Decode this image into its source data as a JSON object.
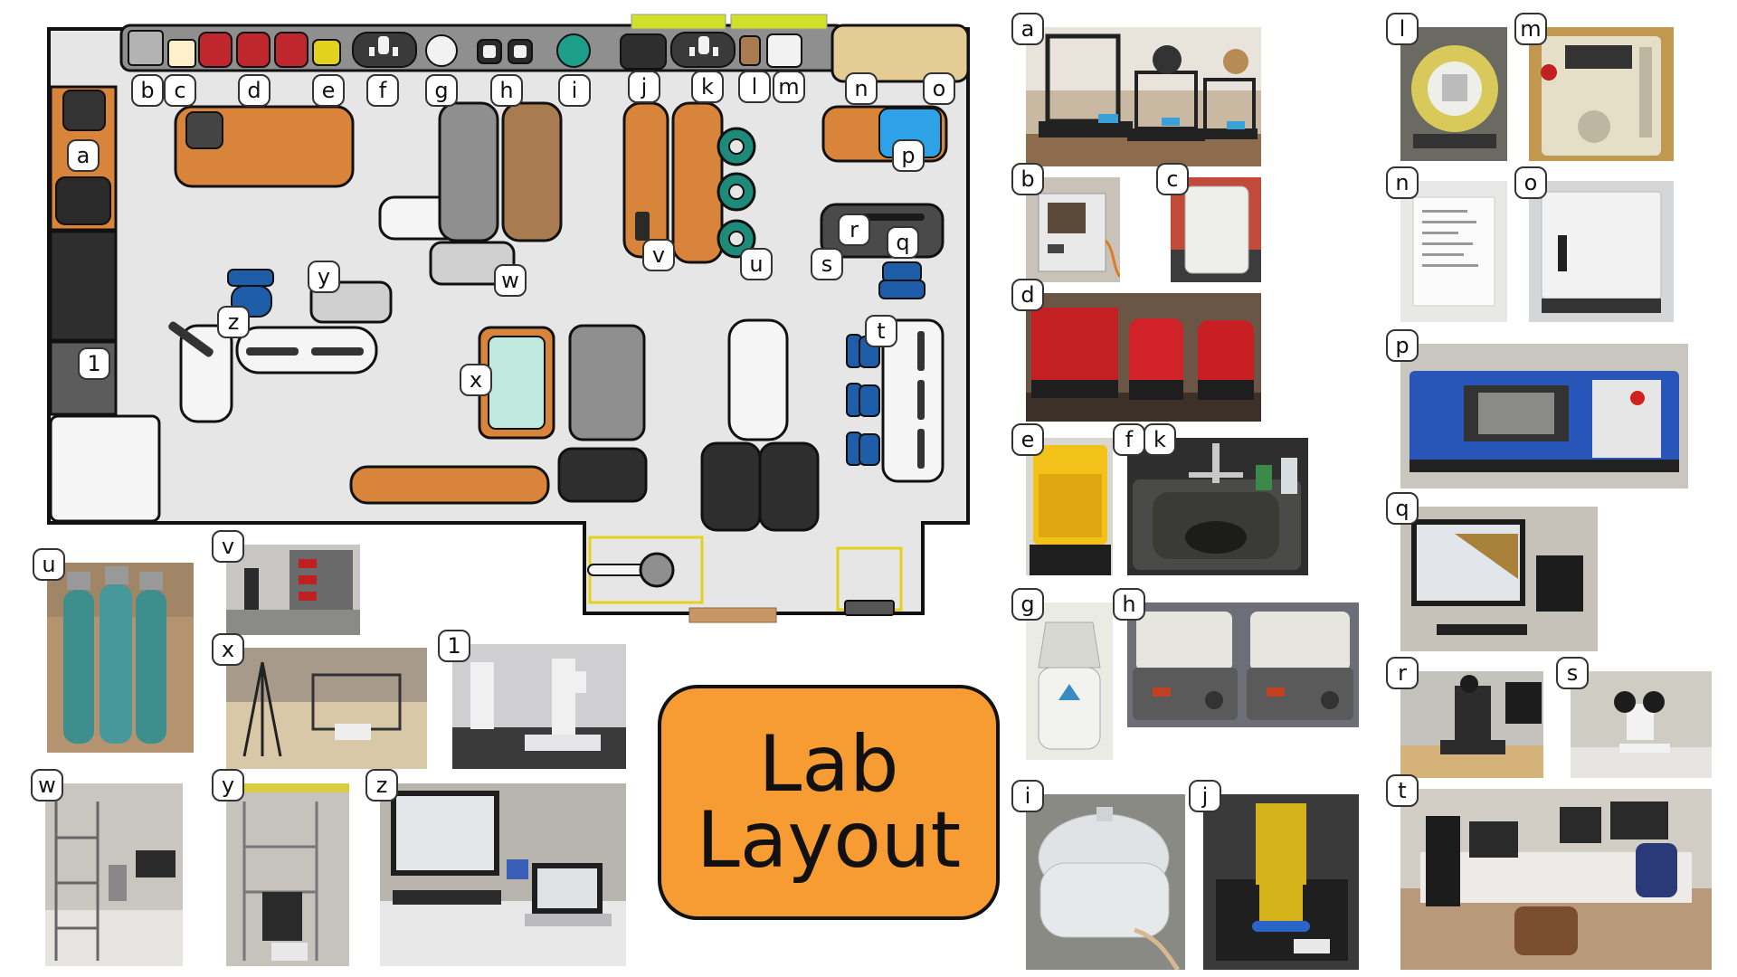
{
  "title": {
    "line1": "Lab",
    "line2": "Layout"
  },
  "colors": {
    "orange": "#d9843b",
    "floor": "#e6e6e6",
    "dark": "#2e2e2e",
    "gray": "#8f8f8f",
    "brown": "#a87b50",
    "teal": "#1d8a7a",
    "blue": "#1e5ea8",
    "red": "#c0262d",
    "yellow": "#e2d21d",
    "lime": "#cfe02a",
    "tan": "#e4cc94",
    "sky": "#2ea2e8",
    "mint": "#bfe9df",
    "accent": "#f79b33"
  },
  "map_labels": {
    "a": "a",
    "b": "b",
    "c": "c",
    "d": "d",
    "e": "e",
    "f": "f",
    "g": "g",
    "h": "h",
    "i": "i",
    "j": "j",
    "k": "k",
    "l": "l",
    "m": "m",
    "n": "n",
    "o": "o",
    "p": "p",
    "q": "q",
    "r": "r",
    "s": "s",
    "t": "t",
    "u": "u",
    "v": "v",
    "w": "w",
    "x": "x",
    "y": "y",
    "z": "z",
    "one": "1"
  },
  "photo_labels": {
    "a": "a",
    "b": "b",
    "c": "c",
    "d": "d",
    "e": "e",
    "fk_f": "f",
    "fk_k": "k",
    "g": "g",
    "h": "h",
    "i": "i",
    "j": "j",
    "l": "l",
    "m": "m",
    "n": "n",
    "o": "o",
    "p": "p",
    "q": "q",
    "r": "r",
    "s": "s",
    "t": "t",
    "u": "u",
    "v": "v",
    "x": "x",
    "one": "1",
    "w": "w",
    "y": "y",
    "z": "z"
  }
}
